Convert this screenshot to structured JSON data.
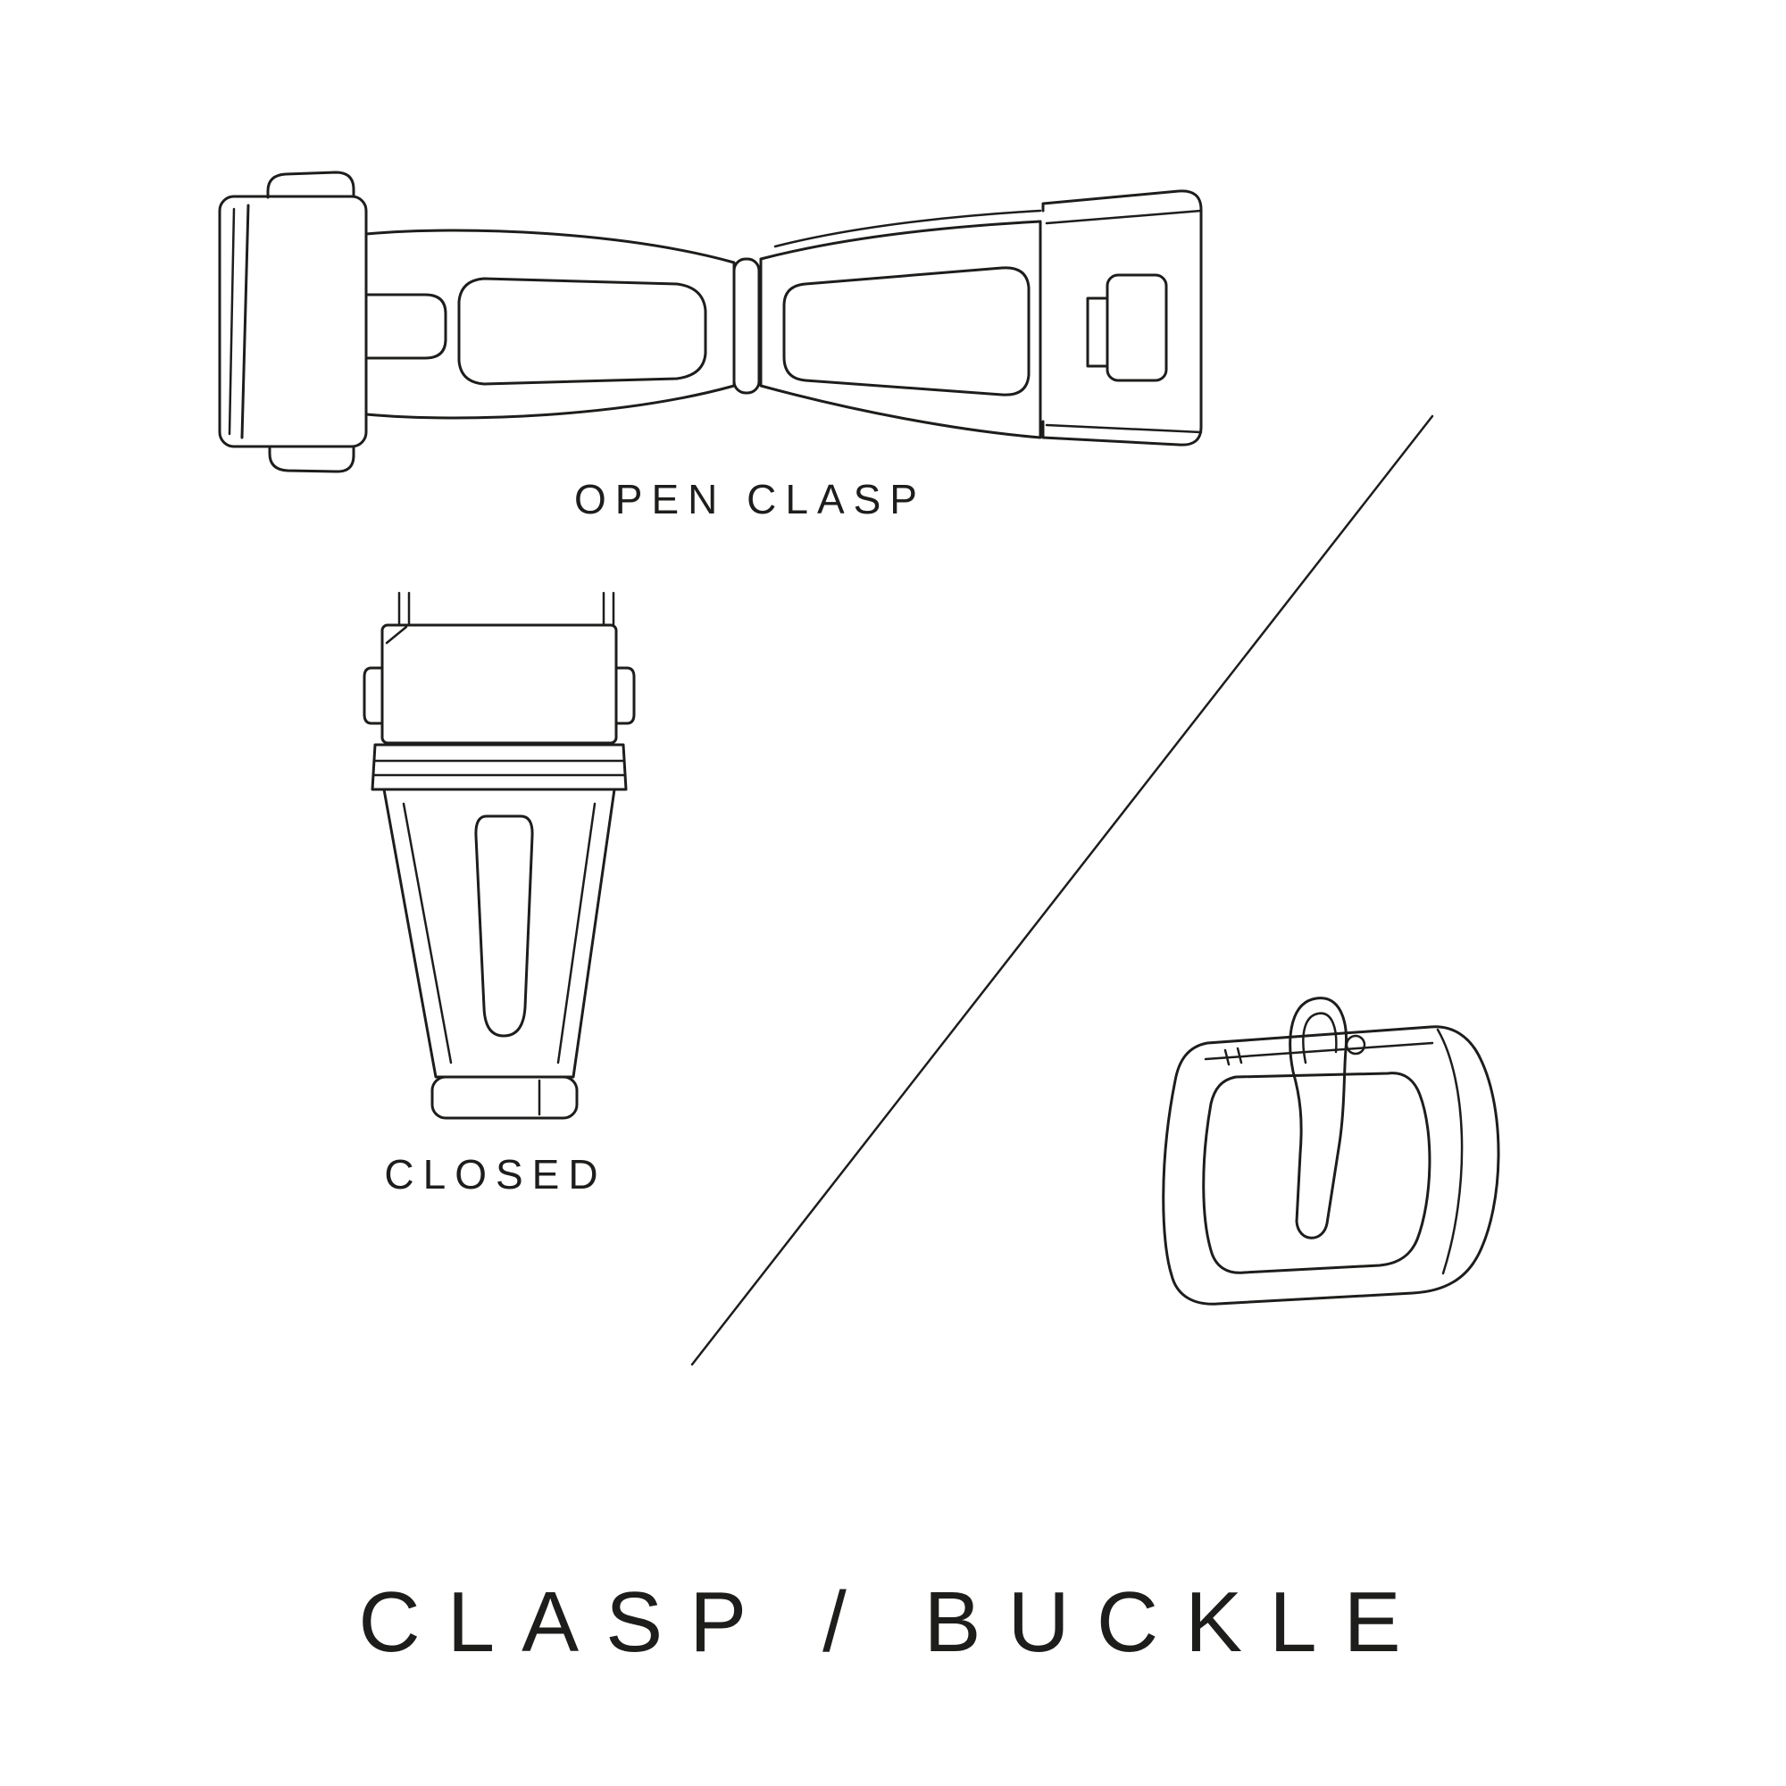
{
  "title": "CLASP / BUCKLE",
  "labels": {
    "open_clasp": "OPEN CLASP",
    "closed": "CLOSED"
  },
  "colors": {
    "ink": "#1d1d1b",
    "background": "#ffffff"
  }
}
